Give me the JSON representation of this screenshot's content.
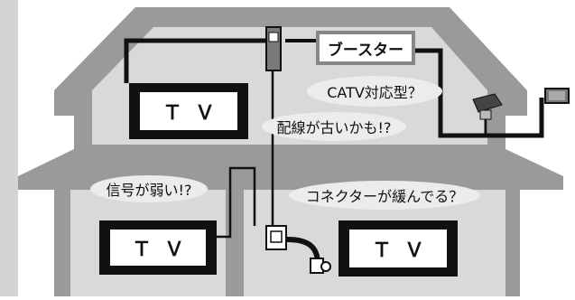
{
  "colors": {
    "house_fill": "#9a9a9a",
    "wall_fill": "#c9c9c9",
    "room_fill": "#dcdcdc",
    "cable": "#111111",
    "bubble": "#ececec"
  },
  "booster": {
    "label": "ブースター"
  },
  "tvs": [
    {
      "label": "ＴＶ"
    },
    {
      "label": "ＴＶ"
    },
    {
      "label": "ＴＶ"
    }
  ],
  "callouts": {
    "catv": "CATV対応型？",
    "wiring": "配線が古いかも!?",
    "signal": "信号が弱い!?",
    "connector": "コネクターが緩んでる？"
  },
  "icons": {
    "antenna": "antenna-icon",
    "splitter": "splitter-icon",
    "wall_outlet": "wall-outlet-icon",
    "plug": "plug-icon"
  }
}
